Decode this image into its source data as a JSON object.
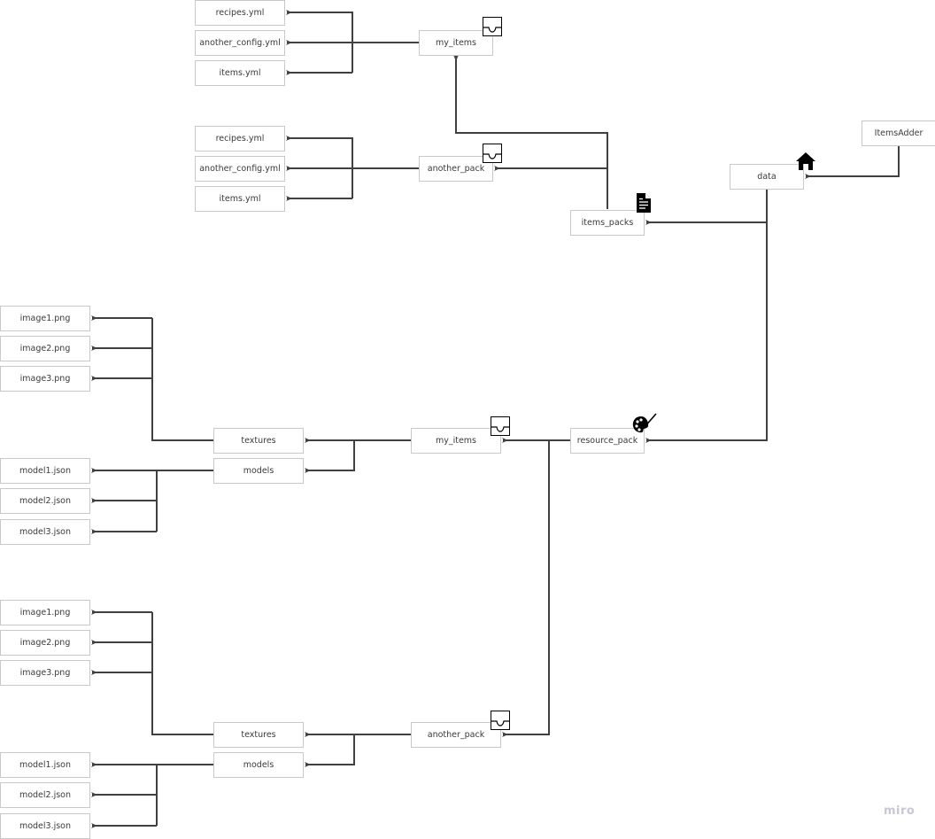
{
  "nodes": {
    "itemsadder": "ItemsAdder",
    "data": "data",
    "items_packs": "items_packs",
    "ip_my_items": "my_items",
    "ip_another_pack": "another_pack",
    "ip_my_items_recipes": "recipes.yml",
    "ip_my_items_config": "another_config.yml",
    "ip_my_items_items": "items.yml",
    "ip_another_recipes": "recipes.yml",
    "ip_another_config": "another_config.yml",
    "ip_another_items": "items.yml",
    "resource_pack": "resource_pack",
    "rp_my_items": "my_items",
    "rp_another_pack": "another_pack",
    "rp1_textures": "textures",
    "rp1_models": "models",
    "rp1_image1": "image1.png",
    "rp1_image2": "image2.png",
    "rp1_image3": "image3.png",
    "rp1_model1": "model1.json",
    "rp1_model2": "model2.json",
    "rp1_model3": "model3.json",
    "rp2_textures": "textures",
    "rp2_models": "models",
    "rp2_image1": "image1.png",
    "rp2_image2": "image2.png",
    "rp2_image3": "image3.png",
    "rp2_model1": "model1.json",
    "rp2_model2": "model2.json",
    "rp2_model3": "model3.json"
  },
  "icons": {
    "data": "home-icon",
    "items_packs": "document-icon",
    "resource_pack": "palette-icon",
    "folders": "folder-tray-icon"
  },
  "watermark": "miro",
  "colors": {
    "line": "#404040",
    "border": "#c9c9c9",
    "text": "#3a3a3a"
  }
}
